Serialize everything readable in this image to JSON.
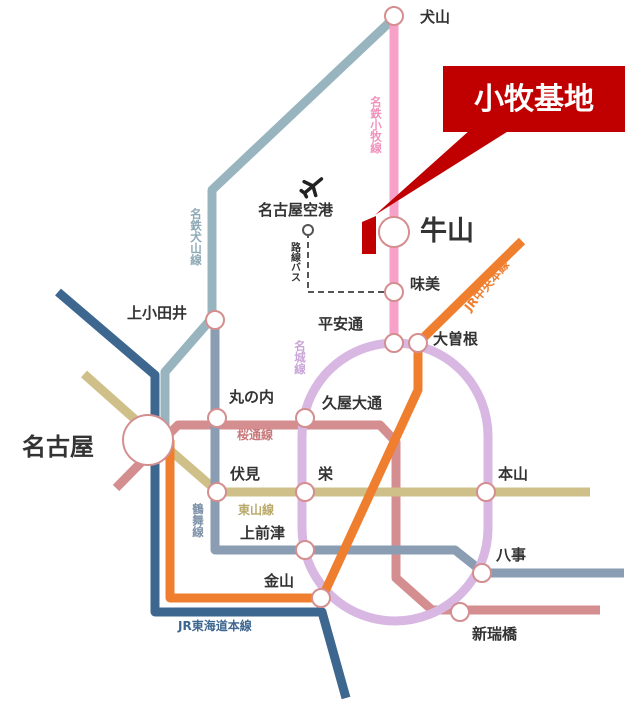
{
  "stations": {
    "inuyama": "犬山",
    "ushiyama": "牛山",
    "ajima": "味美",
    "kamiotai": "上小田井",
    "heiandori": "平安通",
    "ozone": "大曽根",
    "nagoya": "名古屋",
    "marunouchi": "丸の内",
    "hisaya_odori": "久屋大通",
    "fushimi": "伏見",
    "sakae": "栄",
    "motoyama": "本山",
    "kamimaezu": "上前津",
    "yagoto": "八事",
    "kanayama": "金山",
    "shinmizuhashi": "新瑞橋",
    "airport": "名古屋空港"
  },
  "lines": {
    "komaki": {
      "label": "名鉄小牧線",
      "color": "#f7a1c9"
    },
    "inuyama": {
      "label": "名鉄犬山線",
      "color": "#98b4bf"
    },
    "chuo": {
      "label": "JR中央本線",
      "color": "#ef7f2e"
    },
    "meijo": {
      "label": "名城線",
      "color": "#d8b8e3"
    },
    "sakuradori": {
      "label": "桜通線",
      "color": "#d48e8f"
    },
    "higashiyama": {
      "label": "東山線",
      "color": "#cfc08a"
    },
    "tsurumai": {
      "label": "鶴舞線",
      "color": "#8a9db3"
    },
    "tokaido": {
      "label": "JR東海道本線",
      "color": "#3e6790"
    },
    "bus": {
      "label": "路線バス"
    }
  },
  "callout": {
    "label": "小牧基地",
    "color": "#c00000"
  },
  "icons": {
    "airport": "airplane-icon"
  }
}
